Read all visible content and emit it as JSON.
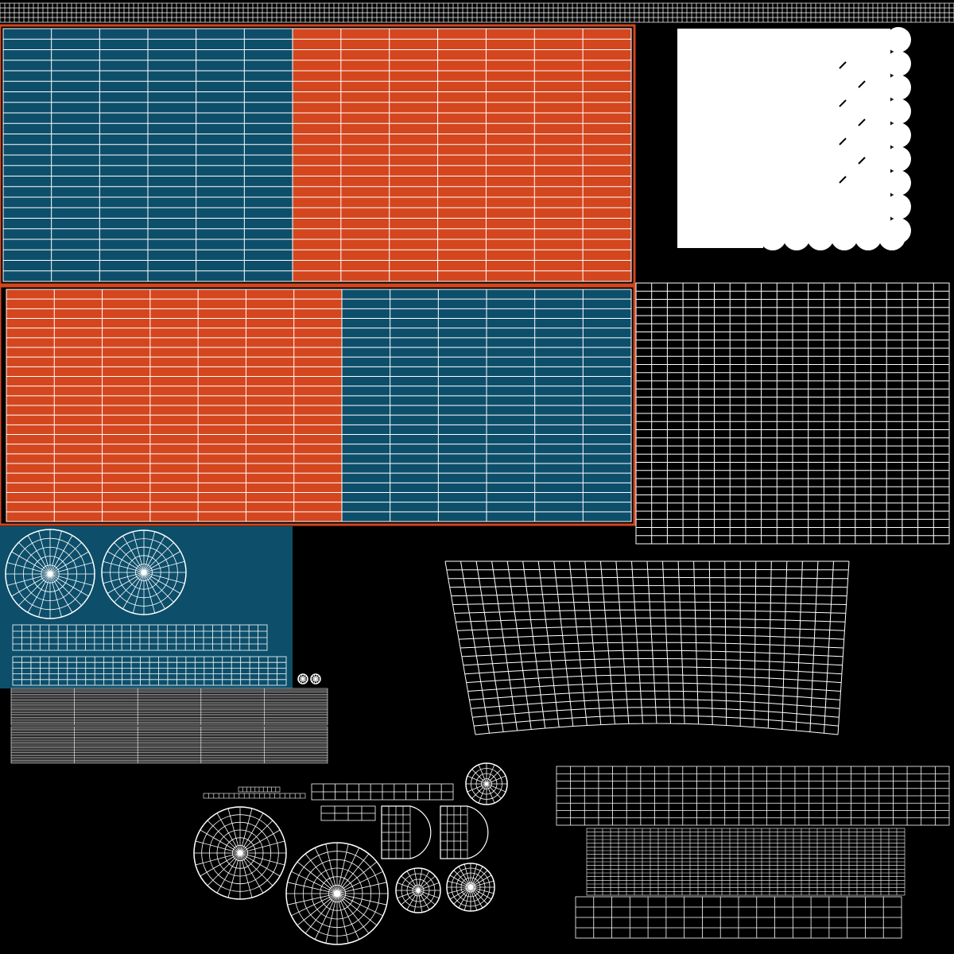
{
  "colors": {
    "background": "#000000",
    "wire": "#ffffff",
    "blue_fill": "#0d4f6b",
    "orange_fill": "#d4461e",
    "solid_white": "#ffffff"
  },
  "islands": [
    {
      "id": "top-strip",
      "kind": "grid-strip"
    },
    {
      "id": "blue-panel-top-left",
      "kind": "filled-grid",
      "fill": "blue_fill"
    },
    {
      "id": "orange-panel-top-right",
      "kind": "filled-grid",
      "fill": "orange_fill"
    },
    {
      "id": "orange-panel-mid-left",
      "kind": "filled-grid",
      "fill": "orange_fill"
    },
    {
      "id": "blue-panel-mid-right",
      "kind": "filled-grid",
      "fill": "blue_fill"
    },
    {
      "id": "white-solid-island",
      "kind": "solid-shape",
      "fill": "solid_white"
    },
    {
      "id": "black-wire-grid-right",
      "kind": "wire-grid"
    },
    {
      "id": "blue-small-panel",
      "kind": "filled-area",
      "fill": "blue_fill"
    },
    {
      "id": "curved-band-island",
      "kind": "curved-grid"
    },
    {
      "id": "bottom-left-dense-strips",
      "kind": "wire-grid"
    },
    {
      "id": "bottom-right-strips",
      "kind": "wire-grid"
    },
    {
      "id": "bottom-disc-cluster",
      "kind": "radial-discs"
    }
  ]
}
